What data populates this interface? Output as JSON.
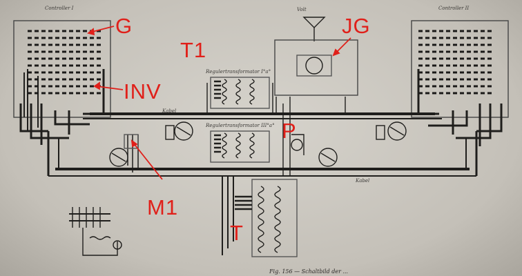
{
  "labels": {
    "G": "G",
    "JG": "JG",
    "T1": "T1",
    "INV": "INV",
    "P": "P",
    "M1": "M1",
    "T": "T"
  },
  "small_text": {
    "controller_left": "Controller I",
    "controller_right": "Controller II",
    "reg_transformer_top": "Regulertransformator I°a°",
    "reg_transformer_mid": "Regulertransformator III°a°",
    "kabel_top": "Kabel",
    "kabel_bottom": "Kabel",
    "volt_top": "Volt",
    "figure_caption": "Fig. 156 — Schaltbild der ..."
  },
  "colors": {
    "annotation": "#e0201a",
    "ink": "#1f1e1c",
    "paper": "#cfccc5"
  }
}
